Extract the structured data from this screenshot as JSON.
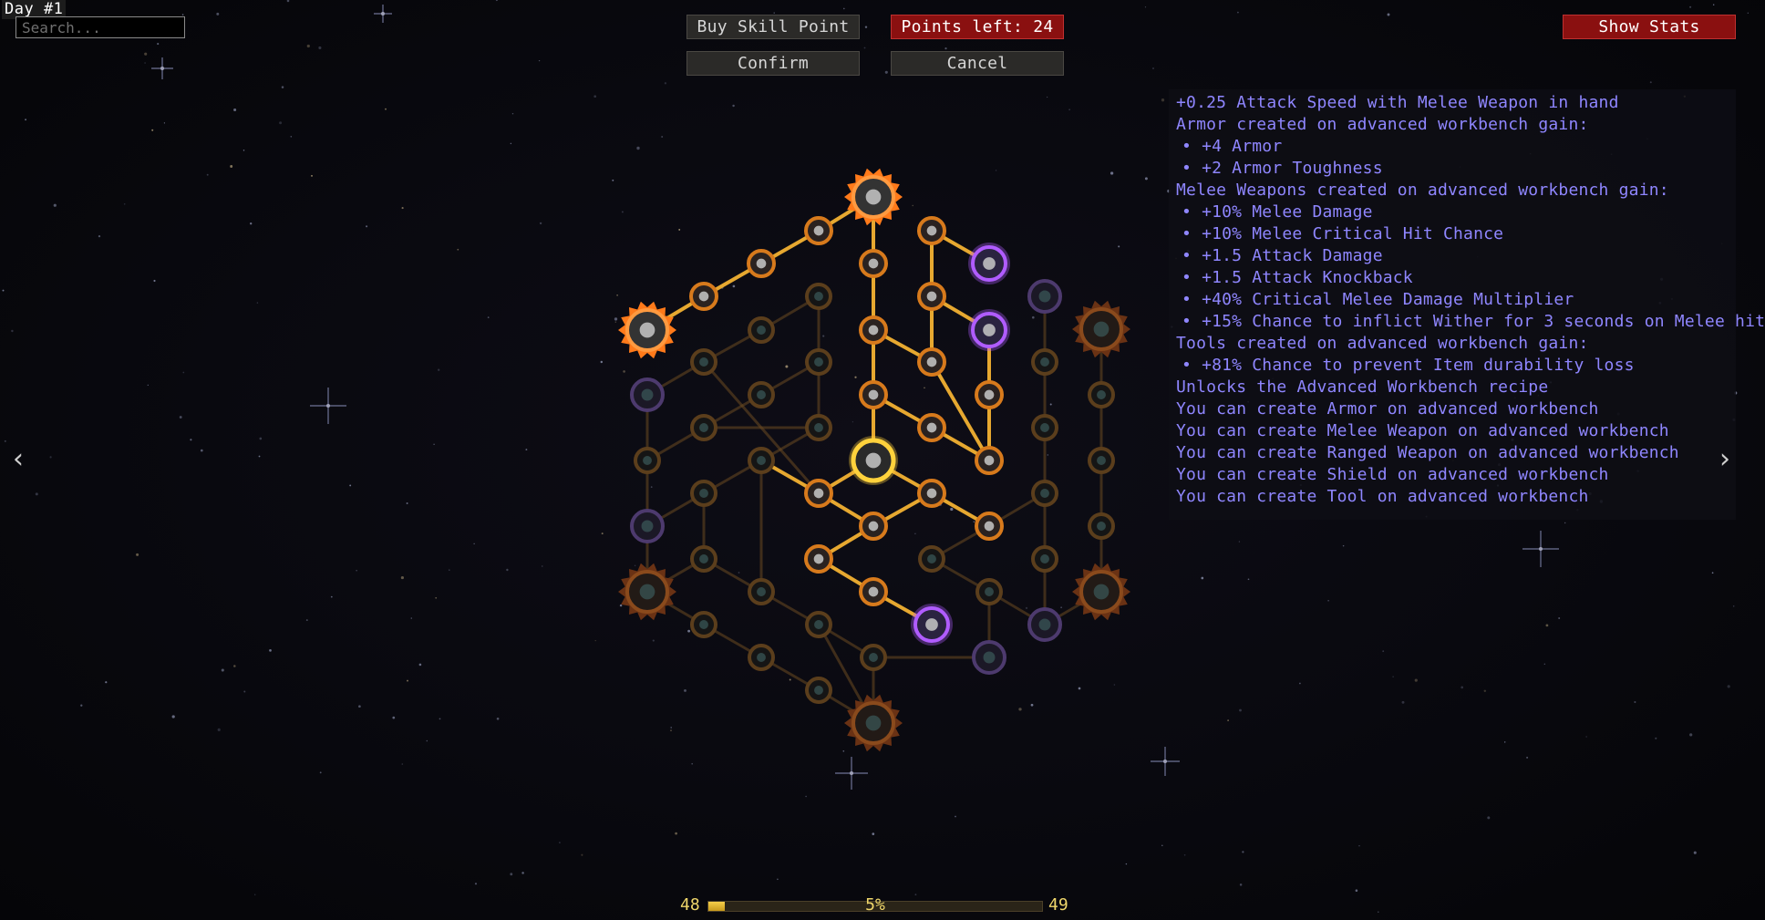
{
  "header": {
    "day_label": "Day #1",
    "search_placeholder": "Search..."
  },
  "toolbar": {
    "buy_skill_point": "Buy Skill Point",
    "points_left": "Points left: 24",
    "confirm": "Confirm",
    "cancel": "Cancel",
    "show_stats": "Show Stats"
  },
  "tooltip": {
    "lines": [
      {
        "text": "+0.25 Attack Speed with Melee Weapon in hand",
        "bullet": false
      },
      {
        "text": "Armor created on advanced workbench gain:",
        "bullet": false
      },
      {
        "text": "• +4 Armor",
        "bullet": true
      },
      {
        "text": "• +2 Armor Toughness",
        "bullet": true
      },
      {
        "text": "Melee Weapons created on advanced workbench gain:",
        "bullet": false
      },
      {
        "text": "• +10% Melee Damage",
        "bullet": true
      },
      {
        "text": "• +10% Melee Critical Hit Chance",
        "bullet": true
      },
      {
        "text": "• +1.5 Attack Damage",
        "bullet": true
      },
      {
        "text": "• +1.5 Attack Knockback",
        "bullet": true
      },
      {
        "text": "• +40% Critical Melee Damage Multiplier",
        "bullet": true
      },
      {
        "text": "• +15% Chance to inflict Wither for 3 seconds on Melee hit",
        "bullet": true
      },
      {
        "text": "Tools created on advanced workbench gain:",
        "bullet": false
      },
      {
        "text": "• +81% Chance to prevent Item durability loss",
        "bullet": true
      },
      {
        "text": "Unlocks the Advanced Workbench recipe",
        "bullet": false
      },
      {
        "text": "You can create Armor on advanced workbench",
        "bullet": false
      },
      {
        "text": "You can create Melee Weapon on advanced workbench",
        "bullet": false
      },
      {
        "text": "You can create Ranged Weapon on advanced workbench",
        "bullet": false
      },
      {
        "text": "You can create Shield on advanced workbench",
        "bullet": false
      },
      {
        "text": "You can create Tool on advanced workbench",
        "bullet": false
      }
    ]
  },
  "nav": {
    "prev_icon": "chevron-left-icon",
    "next_icon": "chevron-right-icon"
  },
  "experience": {
    "current_level": "48",
    "next_level": "49",
    "progress_label": "5%",
    "progress_fraction": 0.05
  },
  "colors": {
    "tooltip_text": "#8f86ff",
    "points_button": "#8a1010",
    "line_active": "#e6a830",
    "line_inactive": "#6a4a22",
    "node_orange": "#ff7a1a",
    "node_purple": "#b05cff",
    "node_gold": "#ffd23c"
  }
}
